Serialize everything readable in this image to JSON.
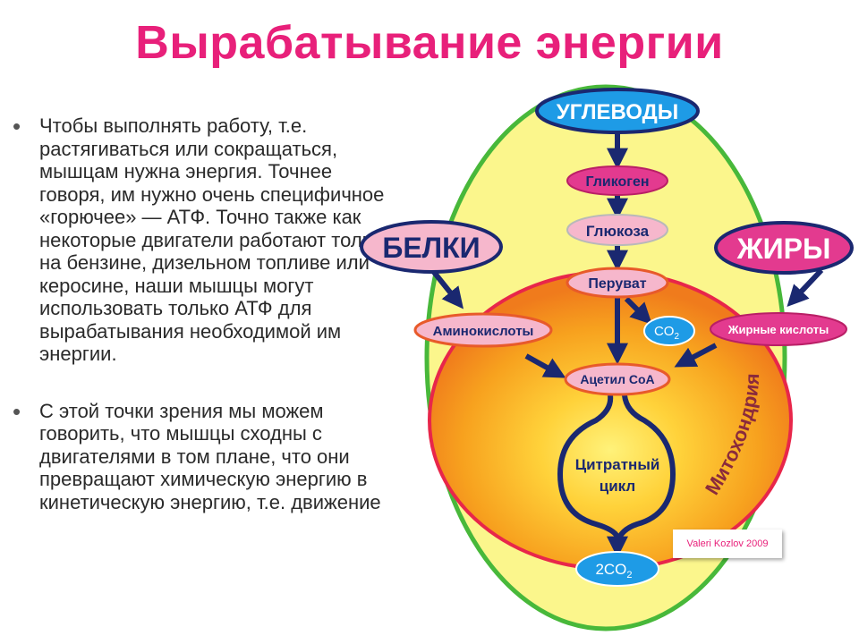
{
  "slide": {
    "title": "Вырабатывание энергии",
    "bullets": [
      {
        "symbol": "•",
        "text": "Чтобы выполнять работу, т.е. растягиваться или сокращаться, мышцам нужна энергия. Точнее говоря, им нужно очень специфичное «горючее» — АТФ. Точно также как некоторые двигатели работают только на бензине, дизельном топливе или керосине, наши мышцы могут использовать только АТФ для вырабатывания необходимой им энергии."
      },
      {
        "symbol": "•",
        "text": "С этой точки зрения мы можем говорить, что мышцы сходны с двигателями в том плане, что они превращают химическую энергию в кинетическую энергию, т.е. движение"
      }
    ]
  },
  "diagram": {
    "carbs": "УГЛЕВОДЫ",
    "glycogen": "Гликоген",
    "glucose": "Глюкоза",
    "pyruvate": "Перуват",
    "proteins": "БЕЛКИ",
    "fats": "ЖИРЫ",
    "amino_acids": "Аминокислоты",
    "fatty_acids": "Жирные кислоты",
    "acetyl_coa": "Ацетил CoA",
    "co2_base": "CO",
    "co2_sub": "2",
    "citrate_line1": "Цитратный",
    "citrate_line2": "цикл",
    "co2_out_base": "2CO",
    "co2_out_sub": "2",
    "mitochondria": "Митохондрия",
    "credit": "Valeri Kozlov 2009"
  },
  "colors": {
    "title": "#e8207a",
    "outer_fill": "#fbf68c",
    "outer_stroke": "#48b83a",
    "mito_stroke": "#e8264a",
    "pink_node": "#e33a8f",
    "light_pink": "#f6b7cc",
    "blue_node": "#1e9be6",
    "navy": "#1a2870"
  }
}
